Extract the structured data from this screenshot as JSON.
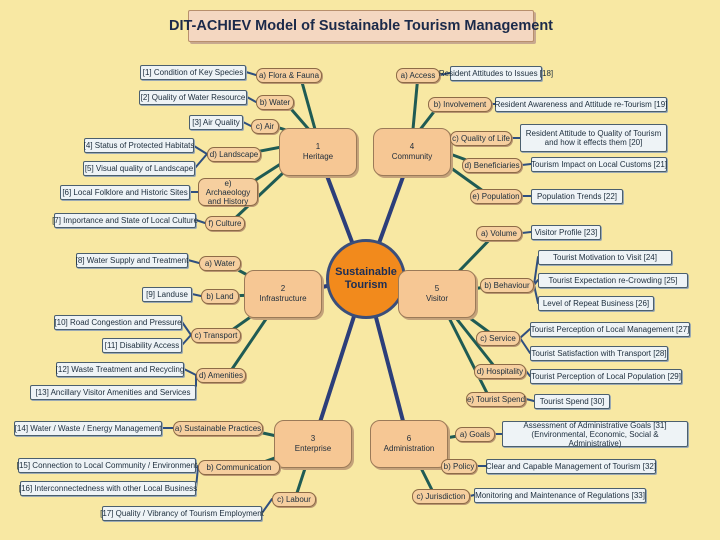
{
  "title": "DIT-ACHIEV Model of Sustainable Tourism Management",
  "center": "Sustainable Tourism",
  "categories": [
    {
      "num": "1",
      "name": "Heritage"
    },
    {
      "num": "4",
      "name": "Community"
    },
    {
      "num": "2",
      "name": "Infrastructure"
    },
    {
      "num": "5",
      "name": "Visitor"
    },
    {
      "num": "3",
      "name": "Enterprise"
    },
    {
      "num": "6",
      "name": "Administration"
    }
  ],
  "subs": [
    "a) Flora & Fauna",
    "b) Water",
    "c) Air",
    "d) Landscape",
    "e) Archaeology and History",
    "f) Culture",
    "a) Access",
    "b) Involvement",
    "c) Quality of Life",
    "d) Beneficiaries",
    "e) Population",
    "a) Water",
    "b) Land",
    "c) Transport",
    "d) Amenities",
    "a) Volume",
    "b) Behaviour",
    "c) Service",
    "d) Hospitality",
    "e) Tourist Spend",
    "a) Sustainable Practices",
    "b) Communication",
    "c) Labour",
    "a) Goals",
    "b) Policy",
    "c) Jurisdiction"
  ],
  "indicators": [
    "[1] Condition of Key Species",
    "[2] Quality of Water Resource",
    "[3] Air Quality",
    "[4] Status of Protected Habitats",
    "[5] Visual quality of Landscape",
    "[6] Local Folklore and Historic Sites",
    "[7] Importance and State of Local Culture",
    "Resident Attitudes to Issues [18]",
    "Resident Awareness and Attitude re-Tourism [19]",
    "Resident Attitude to Quality of Tourism and how it effects them [20]",
    "Tourism Impact on Local Customs [21]",
    "Population Trends [22]",
    "[8] Water Supply and Treatment",
    "[9] Landuse",
    "[10] Road Congestion and Pressure",
    "[11] Disability Access",
    "[12] Waste Treatment and Recycling",
    "[13] Ancillary Visitor Amenities and Services",
    "Visitor Profile [23]",
    "Tourist Motivation to Visit [24]",
    "Tourist Expectation re-Crowding [25]",
    "Level of Repeat Business [26]",
    "Tourist Perception of Local Management [27]",
    "Tourist Satisfaction with Transport [28]",
    "Tourist Perception of Local Population [29]",
    "Tourist Spend [30]",
    "[14] Water / Waste / Energy Management",
    "[15] Connection to Local Community / Environment",
    "[16] Interconnectedness with other Local Business",
    "[17] Quality / Vibrancy of Tourism Employment",
    "Assessment of Administrative Goals [31] (Environmental, Economic, Social & Administrative)",
    "Clear and Capable Management of Tourism [32]",
    "Monitoring and Maintenance of Regulations [33]"
  ]
}
